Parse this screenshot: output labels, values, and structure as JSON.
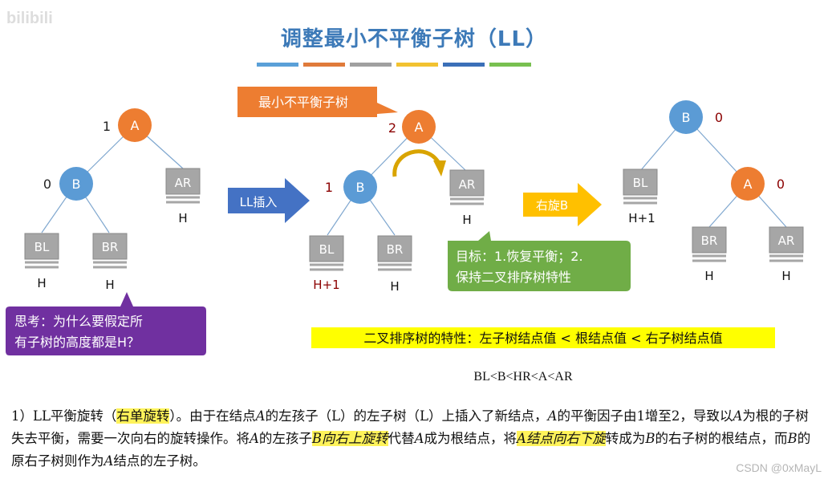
{
  "title": "调整最小不平衡子树（LL）",
  "title_bars": [
    "#5aa0d8",
    "#e07a3a",
    "#a0a0a0",
    "#f2c230",
    "#3b6fb8",
    "#78c050"
  ],
  "colors": {
    "blue_node": "#5b9bd5",
    "orange_node": "#ed7d31",
    "gray_box": "#a6a6a6",
    "arrow_blue": "#4472c4",
    "arrow_yellow": "#ffc000",
    "purple_box": "#7030a0",
    "green_box": "#70ad47",
    "orange_callout": "#ed7d31",
    "yellow_hl": "#ffff00",
    "dark_red": "#8b0000"
  },
  "watermark_tl": "bilibili",
  "left_tree": {
    "A": {
      "label": "A",
      "bf": "1"
    },
    "B": {
      "label": "B",
      "bf": "0"
    },
    "AR": {
      "label": "AR",
      "h": "H"
    },
    "BL": {
      "label": "BL",
      "h": "H"
    },
    "BR": {
      "label": "BR",
      "h": "H"
    }
  },
  "arrow1": "LL插入",
  "mid_tree": {
    "A": {
      "label": "A",
      "bf": "2"
    },
    "B": {
      "label": "B",
      "bf": "1"
    },
    "AR": {
      "label": "AR",
      "h": "H"
    },
    "BL": {
      "label": "BL",
      "h": "H+1"
    },
    "BR": {
      "label": "BR",
      "h": "H"
    }
  },
  "callout_orange": "最小不平衡子树",
  "arrow2": "右旋B",
  "right_tree": {
    "B": {
      "label": "B",
      "bf": "0"
    },
    "A": {
      "label": "A",
      "bf": "0"
    },
    "BL": {
      "label": "BL",
      "h": "H+1"
    },
    "BR": {
      "label": "BR",
      "h": "H"
    },
    "AR": {
      "label": "AR",
      "h": "H"
    }
  },
  "think_box": {
    "line1": "思考：为什么要假定所",
    "line2": "有子树的高度都是H？"
  },
  "goal_box": {
    "line1": "目标：1.恢复平衡；2.",
    "line2": "保持二叉排序树特性"
  },
  "property_text": "二叉排序树的特性：左子树结点值 < 根结点值 < 右子树结点值",
  "order_text": "BL<B<HR<A<AR",
  "paragraph": {
    "p1": "1）LL平衡旋转（",
    "p1_hl": "右单旋转",
    "p2": "）。由于在结点",
    "p2_A": "A",
    "p3": "的左孩子（L）的左子树（L）上插入了新结点，",
    "p3_A": "A",
    "p4": "的平衡因子由1增至2，导致以",
    "p4_A": "A",
    "p5": "为根的子树失去平衡，需要一次向右的旋转操作。将",
    "p5_A": "A",
    "p6": "的左孩子",
    "p6_hl": "B向右上旋转",
    "p7": "代替",
    "p7_A": "A",
    "p8": "成为根结点，将",
    "p8_hl": "A结点向右下旋",
    "p9": "转成为",
    "p9_B": "B",
    "p10": "的右子树的根结点，而",
    "p10_B": "B",
    "p11": "的原右子树则作为",
    "p11_A": "A",
    "p12": "结点的左子树。"
  },
  "watermark": "CSDN @0xMayL"
}
